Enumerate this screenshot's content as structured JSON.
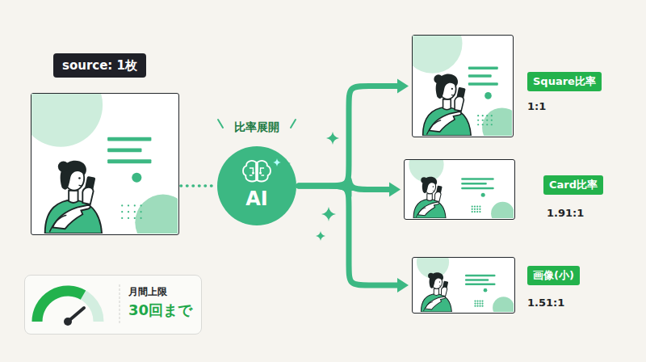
{
  "diagram": {
    "nodes": [
      {
        "text": [
          "source: 1枚"
        ]
      },
      {
        "text": [
          "比率展開",
          "AI"
        ]
      },
      {
        "text": [
          "Square比率",
          "1:1"
        ]
      },
      {
        "text": [
          "Card比率",
          "1.91:1"
        ]
      },
      {
        "text": [
          "画像(小)",
          "1.51:1"
        ]
      },
      {
        "text": [
          "月間上限",
          "30回まで"
        ]
      }
    ],
    "edges": [
      {
        "from": 0,
        "to": 1,
        "arrow": "none"
      },
      {
        "from": 1,
        "to": 2,
        "arrow": "to"
      },
      {
        "from": 1,
        "to": 3,
        "arrow": "to"
      },
      {
        "from": 1,
        "to": 4,
        "arrow": "to"
      }
    ]
  }
}
